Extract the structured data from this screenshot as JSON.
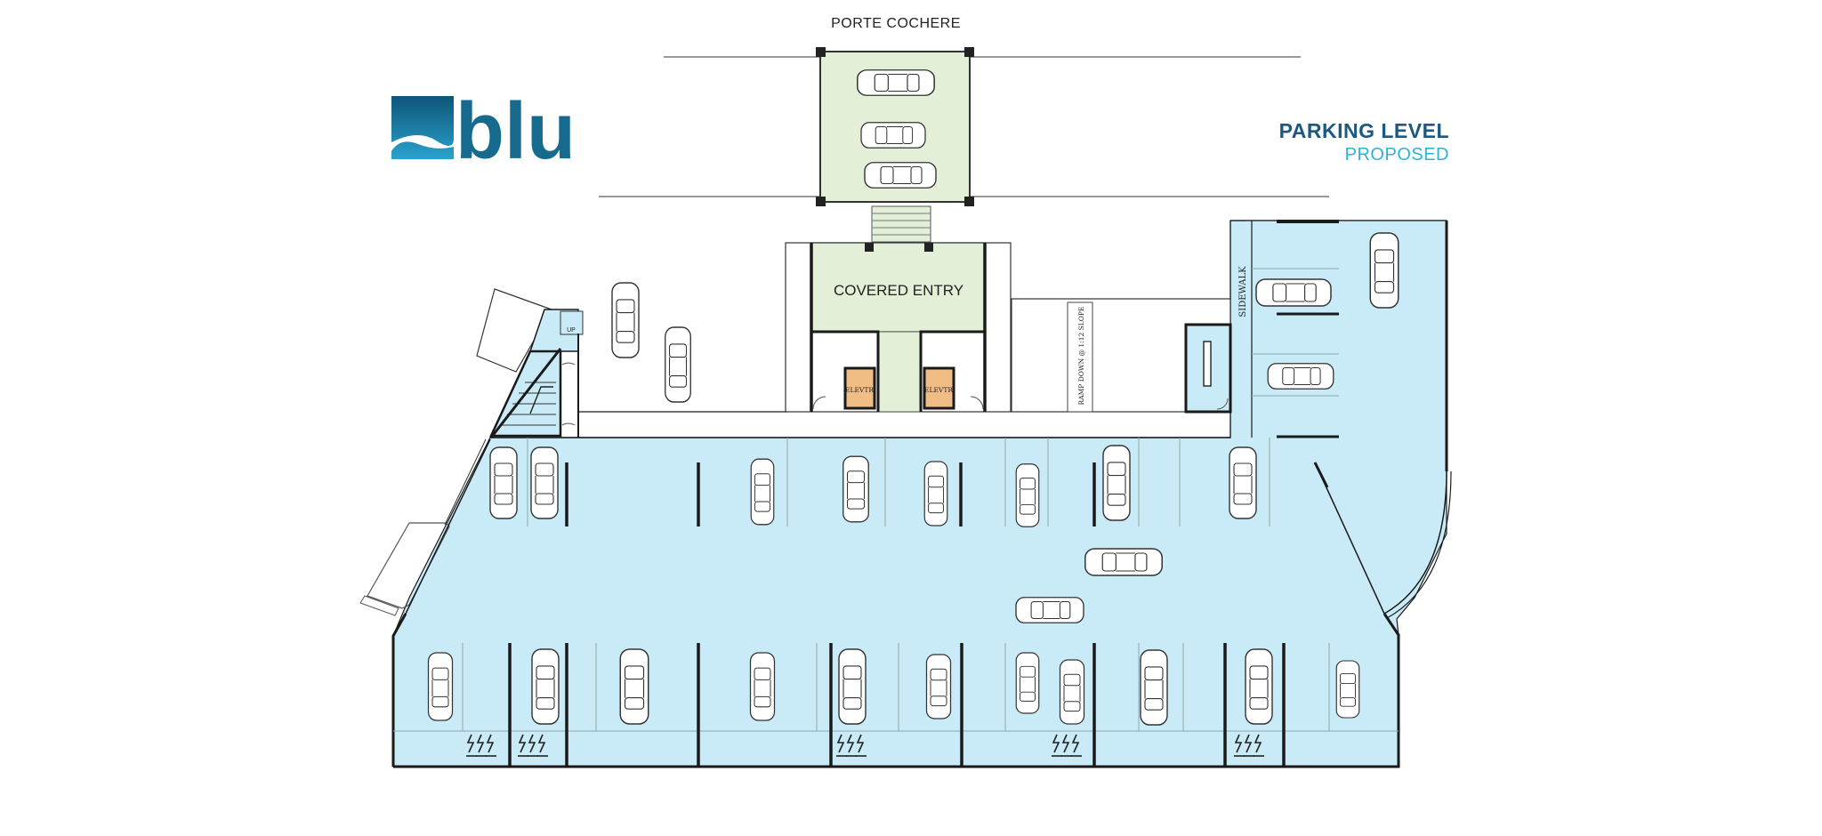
{
  "brand": {
    "logo_text": "blu",
    "colors": {
      "dark": "#156a8e",
      "light": "#2bb4d8"
    }
  },
  "heading": {
    "title": "PARKING LEVEL",
    "subtitle": "PROPOSED",
    "title_color": "#1b5a80",
    "subtitle_color": "#2bb4d8"
  },
  "labels": {
    "porte_cochere": "PORTE COCHERE",
    "covered_entry": "COVERED ENTRY",
    "elevator_1": "ELEVTR",
    "elevator_2": "ELEVTR",
    "ramp": "RAMP DOWN @ 1:12 SLOPE",
    "sidewalk": "SIDEWALK",
    "stair_up": "UP"
  },
  "colors": {
    "parking_fill": "#c9ebf7",
    "entry_fill": "#e3efd6",
    "elevator_fill": "#f0bd84",
    "wall": "#1a1a1a"
  },
  "icons": [
    "car-icon",
    "ev-charger-icon",
    "stair-icon",
    "elevator-icon",
    "door-icon"
  ]
}
